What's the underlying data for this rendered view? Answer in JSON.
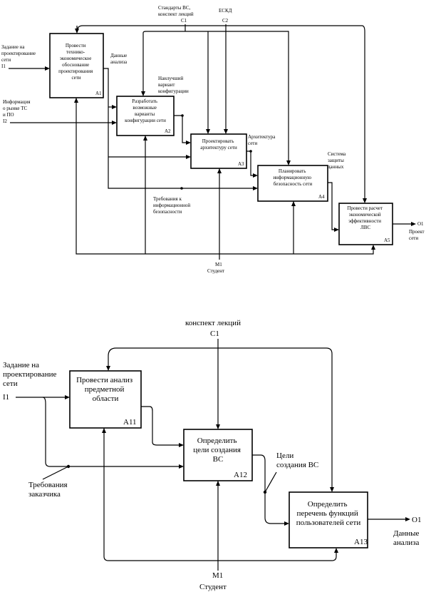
{
  "diagram_top": {
    "labels": {
      "control_c1_desc": "Стандарты ВС, конспект лекций",
      "control_c1": "C1",
      "control_c2_desc": "ЕСКД",
      "control_c2": "C2",
      "input_i1_desc": "Задание на проектирование сети",
      "input_i1": "I1",
      "input_i2_desc": "Информация о рынке ТС и ПО",
      "input_i2": "I2",
      "data_analysis": "Данные анализа",
      "best_config": "Наилучший вариант конфигурации",
      "architecture": "Архитектура сети",
      "security_system": "Система защиты данных",
      "security_requirements": "Требования к информационной безопасности",
      "output_o1": "O1",
      "output_o1_desc": "Проект сети",
      "mech_m1": "M1",
      "mech_m1_desc": "Студент"
    },
    "boxes": [
      {
        "title": "Провести технико-экономическое обоснование проектирования сети",
        "id": "A1"
      },
      {
        "title": "Разработать возможные варианты конфигурации сети",
        "id": "A2"
      },
      {
        "title": "Проектировать архитектуру сети",
        "id": "A3"
      },
      {
        "title": "Планировать информационную безопасность сети",
        "id": "A4"
      },
      {
        "title": "Провести расчет экономической эффективности ЛВС",
        "id": "A5"
      }
    ]
  },
  "diagram_bottom": {
    "labels": {
      "control_c1_desc": "конспект лекций",
      "control_c1": "C1",
      "input_i1_desc": "Задание на проектирование сети",
      "input_i1": "I1",
      "requirements": "Требования заказчика",
      "goals": "Цели создания ВС",
      "output_o1": "O1",
      "output_o1_desc": "Данные анализа",
      "mech_m1": "M1",
      "mech_m1_desc": "Студент"
    },
    "boxes": [
      {
        "title": "Провести анализ предметной области",
        "id": "A11"
      },
      {
        "title": "Определить цели создания ВС",
        "id": "A12"
      },
      {
        "title": "Определить перечень функций пользователей сети",
        "id": "A13"
      }
    ]
  }
}
